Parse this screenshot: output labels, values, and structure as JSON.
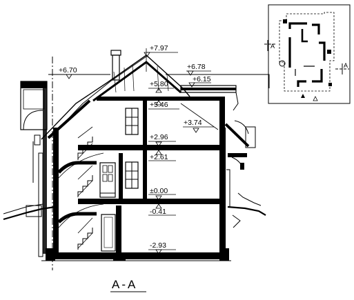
{
  "drawing": {
    "section_title": "A-A",
    "levels": {
      "ridge": "+7.97",
      "eave_left": "+6.70",
      "eave_right": "+6.78",
      "eave_right_low": "+6.15",
      "attic_ceiling": "+5.80",
      "attic_floor": "+5.46",
      "dormer_right": "+3.74",
      "first_ceiling": "+2.96",
      "first_floor": "+2.61",
      "ground_floor": "±0.00",
      "ground_slab": "-0.41",
      "basement_floor": "-2.93"
    }
  },
  "key_plan": {
    "mark_left": "A",
    "mark_right": "A"
  },
  "colors": {
    "line": "#000000",
    "background": "#ffffff"
  }
}
